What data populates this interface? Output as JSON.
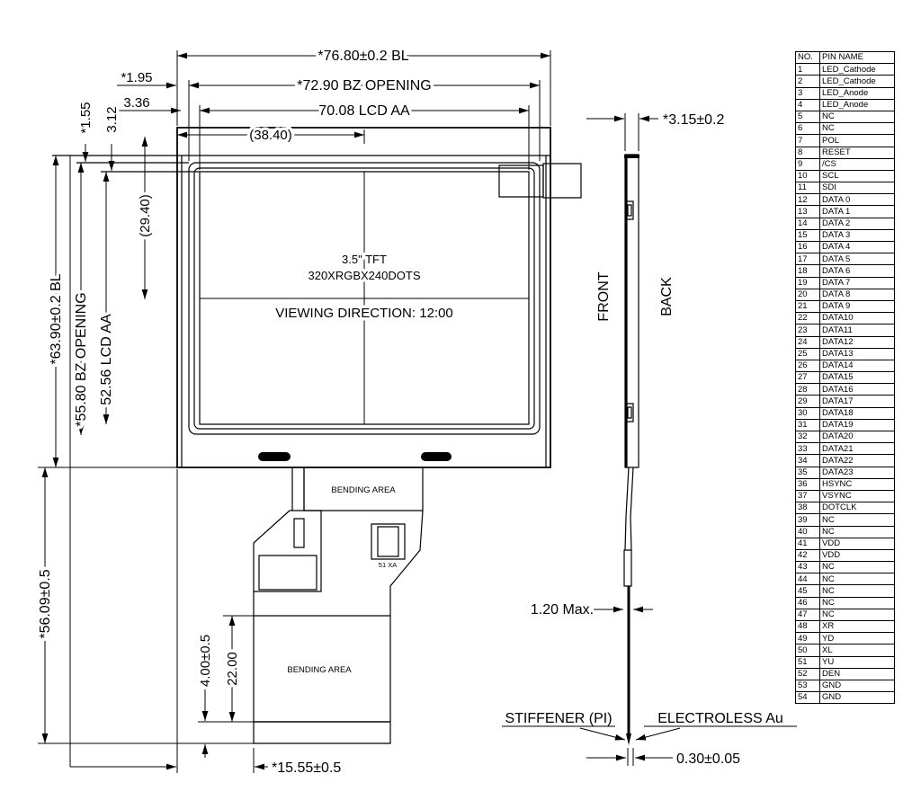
{
  "drawing": {
    "dims": {
      "w_bl": "*76.80±0.2 BL",
      "w_bz": "*72.90 BZ OPENING",
      "w_aa": "70.08 LCD AA",
      "w_half": "(38.40)",
      "off_a": "*1.95",
      "off_b": "3.36",
      "off_c": "3.12",
      "off_d": "*1.55",
      "h_bl": "*63.90±0.2 BL",
      "h_bz": "*55.80 BZ OPENING",
      "h_aa": "52.56 LCD AA",
      "h_half": "(29.40)",
      "tail_len": "*56.09±0.5",
      "bend_h": "22.00",
      "finger_h": "4.00±0.5",
      "tail_off": "*15.55±0.5",
      "thickness": "*3.15±0.2",
      "fpc_max": "1.20 Max.",
      "tip_t": "0.30±0.05"
    },
    "labels": {
      "size": "3.5\" TFT",
      "resolution": "320XRGBX240DOTS",
      "viewing": "VIEWING DIRECTION: 12:00",
      "front": "FRONT",
      "back": "BACK",
      "stiffener": "STIFFENER (PI)",
      "plating": "ELECTROLESS Au",
      "bend_upper": "BENDING AREA",
      "bend_lower": "BENDING AREA",
      "part": "51 XA"
    }
  },
  "pin_table": {
    "headers": [
      "NO.",
      "PIN NAME"
    ],
    "rows": [
      [
        "1",
        "LED_Cathode"
      ],
      [
        "2",
        "LED_Cathode"
      ],
      [
        "3",
        "LED_Anode"
      ],
      [
        "4",
        "LED_Anode"
      ],
      [
        "5",
        "NC"
      ],
      [
        "6",
        "NC"
      ],
      [
        "7",
        "POL"
      ],
      [
        "8",
        "RESET"
      ],
      [
        "9",
        "/CS"
      ],
      [
        "10",
        "SCL"
      ],
      [
        "11",
        "SDI"
      ],
      [
        "12",
        "DATA 0"
      ],
      [
        "13",
        "DATA 1"
      ],
      [
        "14",
        "DATA 2"
      ],
      [
        "15",
        "DATA 3"
      ],
      [
        "16",
        "DATA 4"
      ],
      [
        "17",
        "DATA 5"
      ],
      [
        "18",
        "DATA 6"
      ],
      [
        "19",
        "DATA 7"
      ],
      [
        "20",
        "DATA 8"
      ],
      [
        "21",
        "DATA 9"
      ],
      [
        "22",
        "DATA10"
      ],
      [
        "23",
        "DATA11"
      ],
      [
        "24",
        "DATA12"
      ],
      [
        "25",
        "DATA13"
      ],
      [
        "26",
        "DATA14"
      ],
      [
        "27",
        "DATA15"
      ],
      [
        "28",
        "DATA16"
      ],
      [
        "29",
        "DATA17"
      ],
      [
        "30",
        "DATA18"
      ],
      [
        "31",
        "DATA19"
      ],
      [
        "32",
        "DATA20"
      ],
      [
        "33",
        "DATA21"
      ],
      [
        "34",
        "DATA22"
      ],
      [
        "35",
        "DATA23"
      ],
      [
        "36",
        "HSYNC"
      ],
      [
        "37",
        "VSYNC"
      ],
      [
        "38",
        "DOTCLK"
      ],
      [
        "39",
        "NC"
      ],
      [
        "40",
        "NC"
      ],
      [
        "41",
        "VDD"
      ],
      [
        "42",
        "VDD"
      ],
      [
        "43",
        "NC"
      ],
      [
        "44",
        "NC"
      ],
      [
        "45",
        "NC"
      ],
      [
        "46",
        "NC"
      ],
      [
        "47",
        "NC"
      ],
      [
        "48",
        "XR"
      ],
      [
        "49",
        "YD"
      ],
      [
        "50",
        "XL"
      ],
      [
        "51",
        "YU"
      ],
      [
        "52",
        "DEN"
      ],
      [
        "53",
        "GND"
      ],
      [
        "54",
        "GND"
      ]
    ]
  }
}
